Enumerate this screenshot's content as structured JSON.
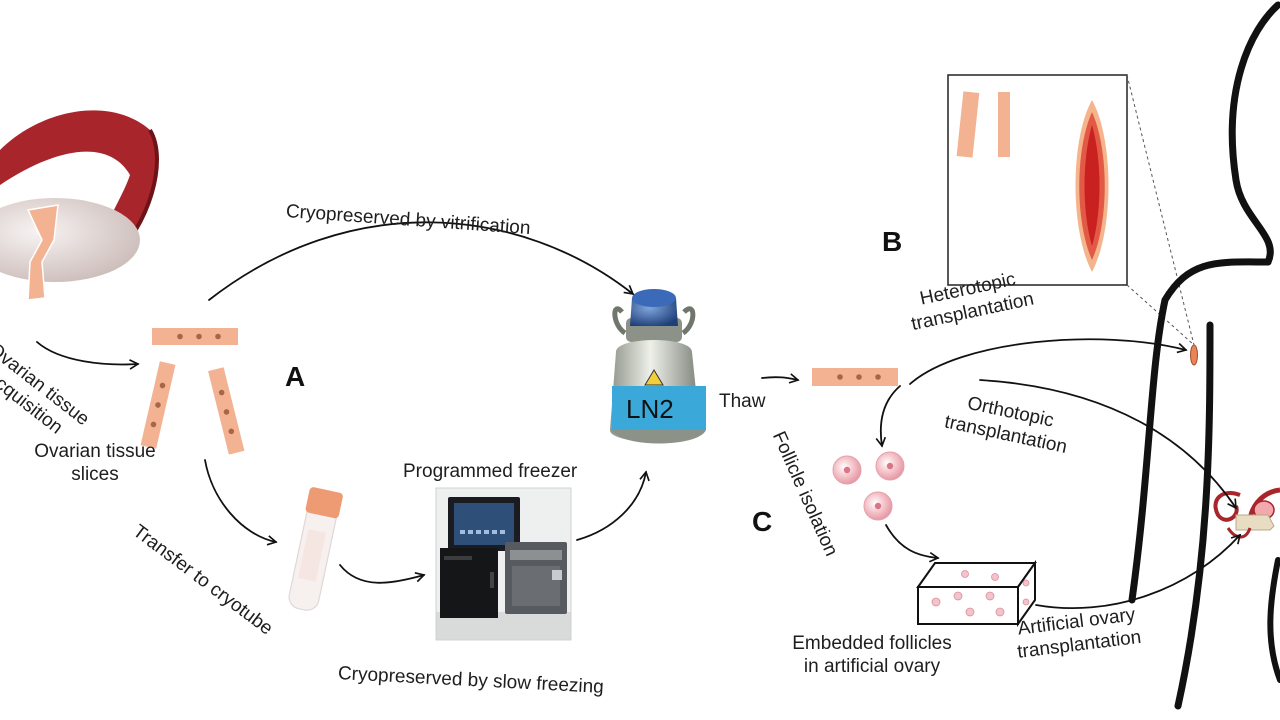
{
  "labels": {
    "acquisition": [
      "Ovarian tissue",
      "acquisition"
    ],
    "slices": [
      "Ovarian tissue",
      "slices"
    ],
    "vitrification": "Cryopreserved by vitrification",
    "cryotube": "Transfer to cryotube",
    "freezer": "Programmed freezer",
    "slow_freezing": "Cryopreserved by slow freezing",
    "ln2": "LN2",
    "thaw": "Thaw",
    "heterotopic": [
      "Heterotopic",
      "transplantation"
    ],
    "orthotopic": [
      "Orthotopic",
      "transplantation"
    ],
    "follicle_isolation": "Follicle isolation",
    "embedded": [
      "Embedded follicles",
      "in artificial ovary"
    ],
    "artificial_ovary": [
      "Artificial ovary",
      "transplantation"
    ]
  },
  "sections": {
    "a": "A",
    "b": "B",
    "c": "C"
  },
  "colors": {
    "tissue": "#f3b393",
    "tissue_dot": "#a86548",
    "uterus": "#a8262b",
    "ln2_band": "#3aa8d8",
    "ln2_cap": "#2c5a98",
    "arrow": "#111111",
    "follicle": "#f2b8c0"
  }
}
